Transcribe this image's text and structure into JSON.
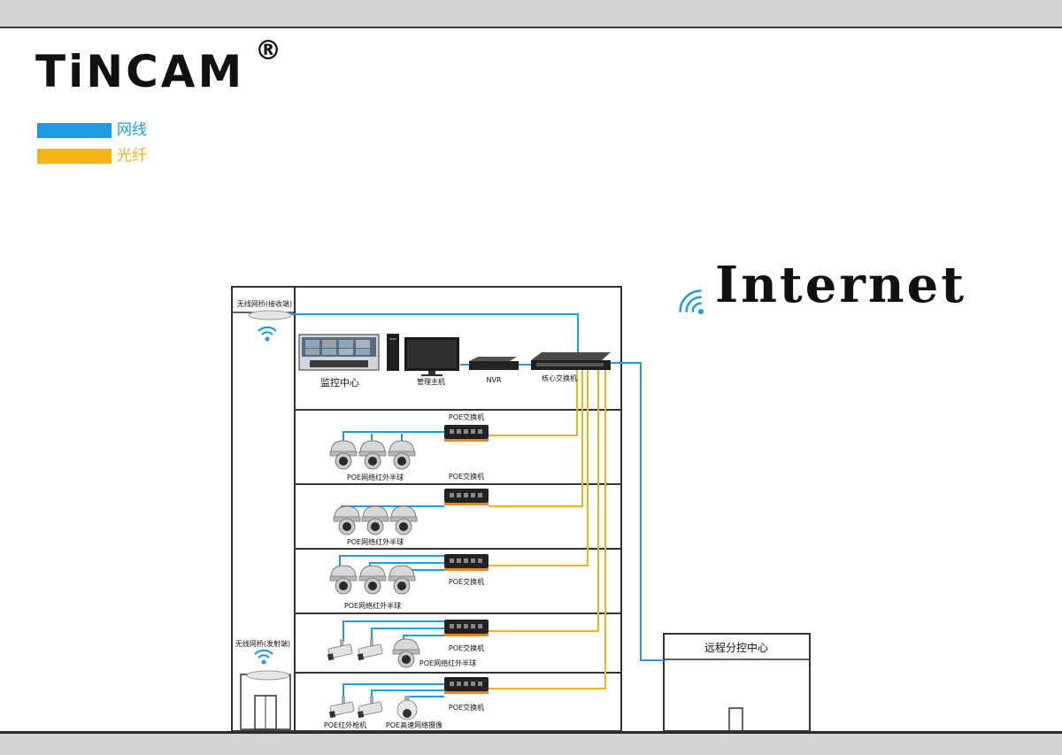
{
  "brand": {
    "name": "TiNCAM",
    "registered_mark": "®"
  },
  "legend": [
    {
      "label": "网线",
      "color": "#1e9ce0"
    },
    {
      "label": "光纤",
      "color": "#f2b416"
    }
  ],
  "internet_label": "Internet",
  "labels": {
    "wireless_bridge_receiver": "无线网桥(接收端)",
    "wireless_bridge_transmitter": "无线网桥(发射端)",
    "monitoring_center": "监控中心",
    "management_host": "管理主机",
    "nvr": "NVR",
    "core_switch": "核心交换机",
    "remote_center": "远程分控中心"
  },
  "floors": [
    {
      "switch_label_top": "POE交换机",
      "switch_label": "POE交换机",
      "camera_label": "POE网络红外半球"
    },
    {
      "switch_label": "",
      "camera_label": "POE网络红外半球"
    },
    {
      "switch_label": "POE交换机",
      "camera_label": "POE网络红外半球"
    },
    {
      "switch_label": "POE交换机",
      "camera_label": "POE网络红外半球"
    },
    {
      "switch_label": "POE交换机",
      "camera_label": "POE红外枪机",
      "camera_label_2": "POE高速网络摄像"
    }
  ],
  "colors": {
    "network_cable": "#1e9ce0",
    "fiber": "#f2b416"
  }
}
